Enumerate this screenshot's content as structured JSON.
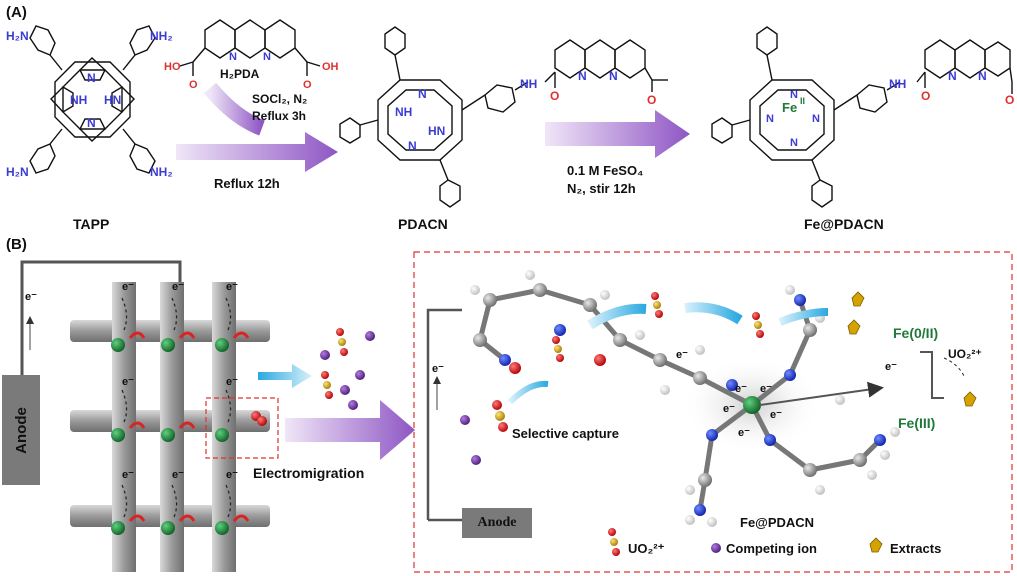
{
  "panelA": {
    "label": "(A)",
    "tapp": {
      "name": "TAPP",
      "amine": "H₂N",
      "amine_r": "NH₂",
      "nh": "NH",
      "hn": "HN",
      "n": "N"
    },
    "reagent": {
      "name": "H₂PDA",
      "oh_left": "HO",
      "oh_right": "OH",
      "o": "O",
      "n": "N"
    },
    "step1_conditions": {
      "line1": "SOCl₂, N₂",
      "line2": "Reflux 3h",
      "bottom": "Reflux 12h"
    },
    "pdacn": {
      "name": "PDACN",
      "nh": "NH",
      "hn": "HN",
      "amide": "NH",
      "o": "O",
      "n": "N"
    },
    "step2_conditions": {
      "line1": "0.1 M FeSO₄",
      "line2": "N₂, stir 12h"
    },
    "fepdacn": {
      "name": "Fe@PDACN",
      "metal": "Fe",
      "ox": "II",
      "amide": "NH",
      "o": "O",
      "n": "N"
    }
  },
  "panelB": {
    "label": "(B)",
    "anode_left": "Anode",
    "electron": "e⁻",
    "electromigration": "Electromigration",
    "anode_inset": "Anode",
    "selective_capture": "Selective capture",
    "complex_name": "Fe@PDACN",
    "fe_couple_top": "Fe(0/II)",
    "fe_couple_bottom": "Fe(III)",
    "uo2_label": "UO₂²⁺",
    "legend": {
      "uo2": "UO₂²⁺",
      "competing": "Competing ion",
      "extracts": "Extracts"
    }
  },
  "colors": {
    "amine_blue": "#3b3bd6",
    "acid_red": "#e03030",
    "iron_green": "#1f7a3a",
    "arrow_purple": "#9b6bc9",
    "arrow_cyan": "#39b6e6",
    "dashed_red": "#e03030",
    "rod_gray": "#9a9a9a",
    "gold": "#e8b000",
    "uranium_red": "#c81414",
    "competing_purple": "#6a2c9a"
  }
}
